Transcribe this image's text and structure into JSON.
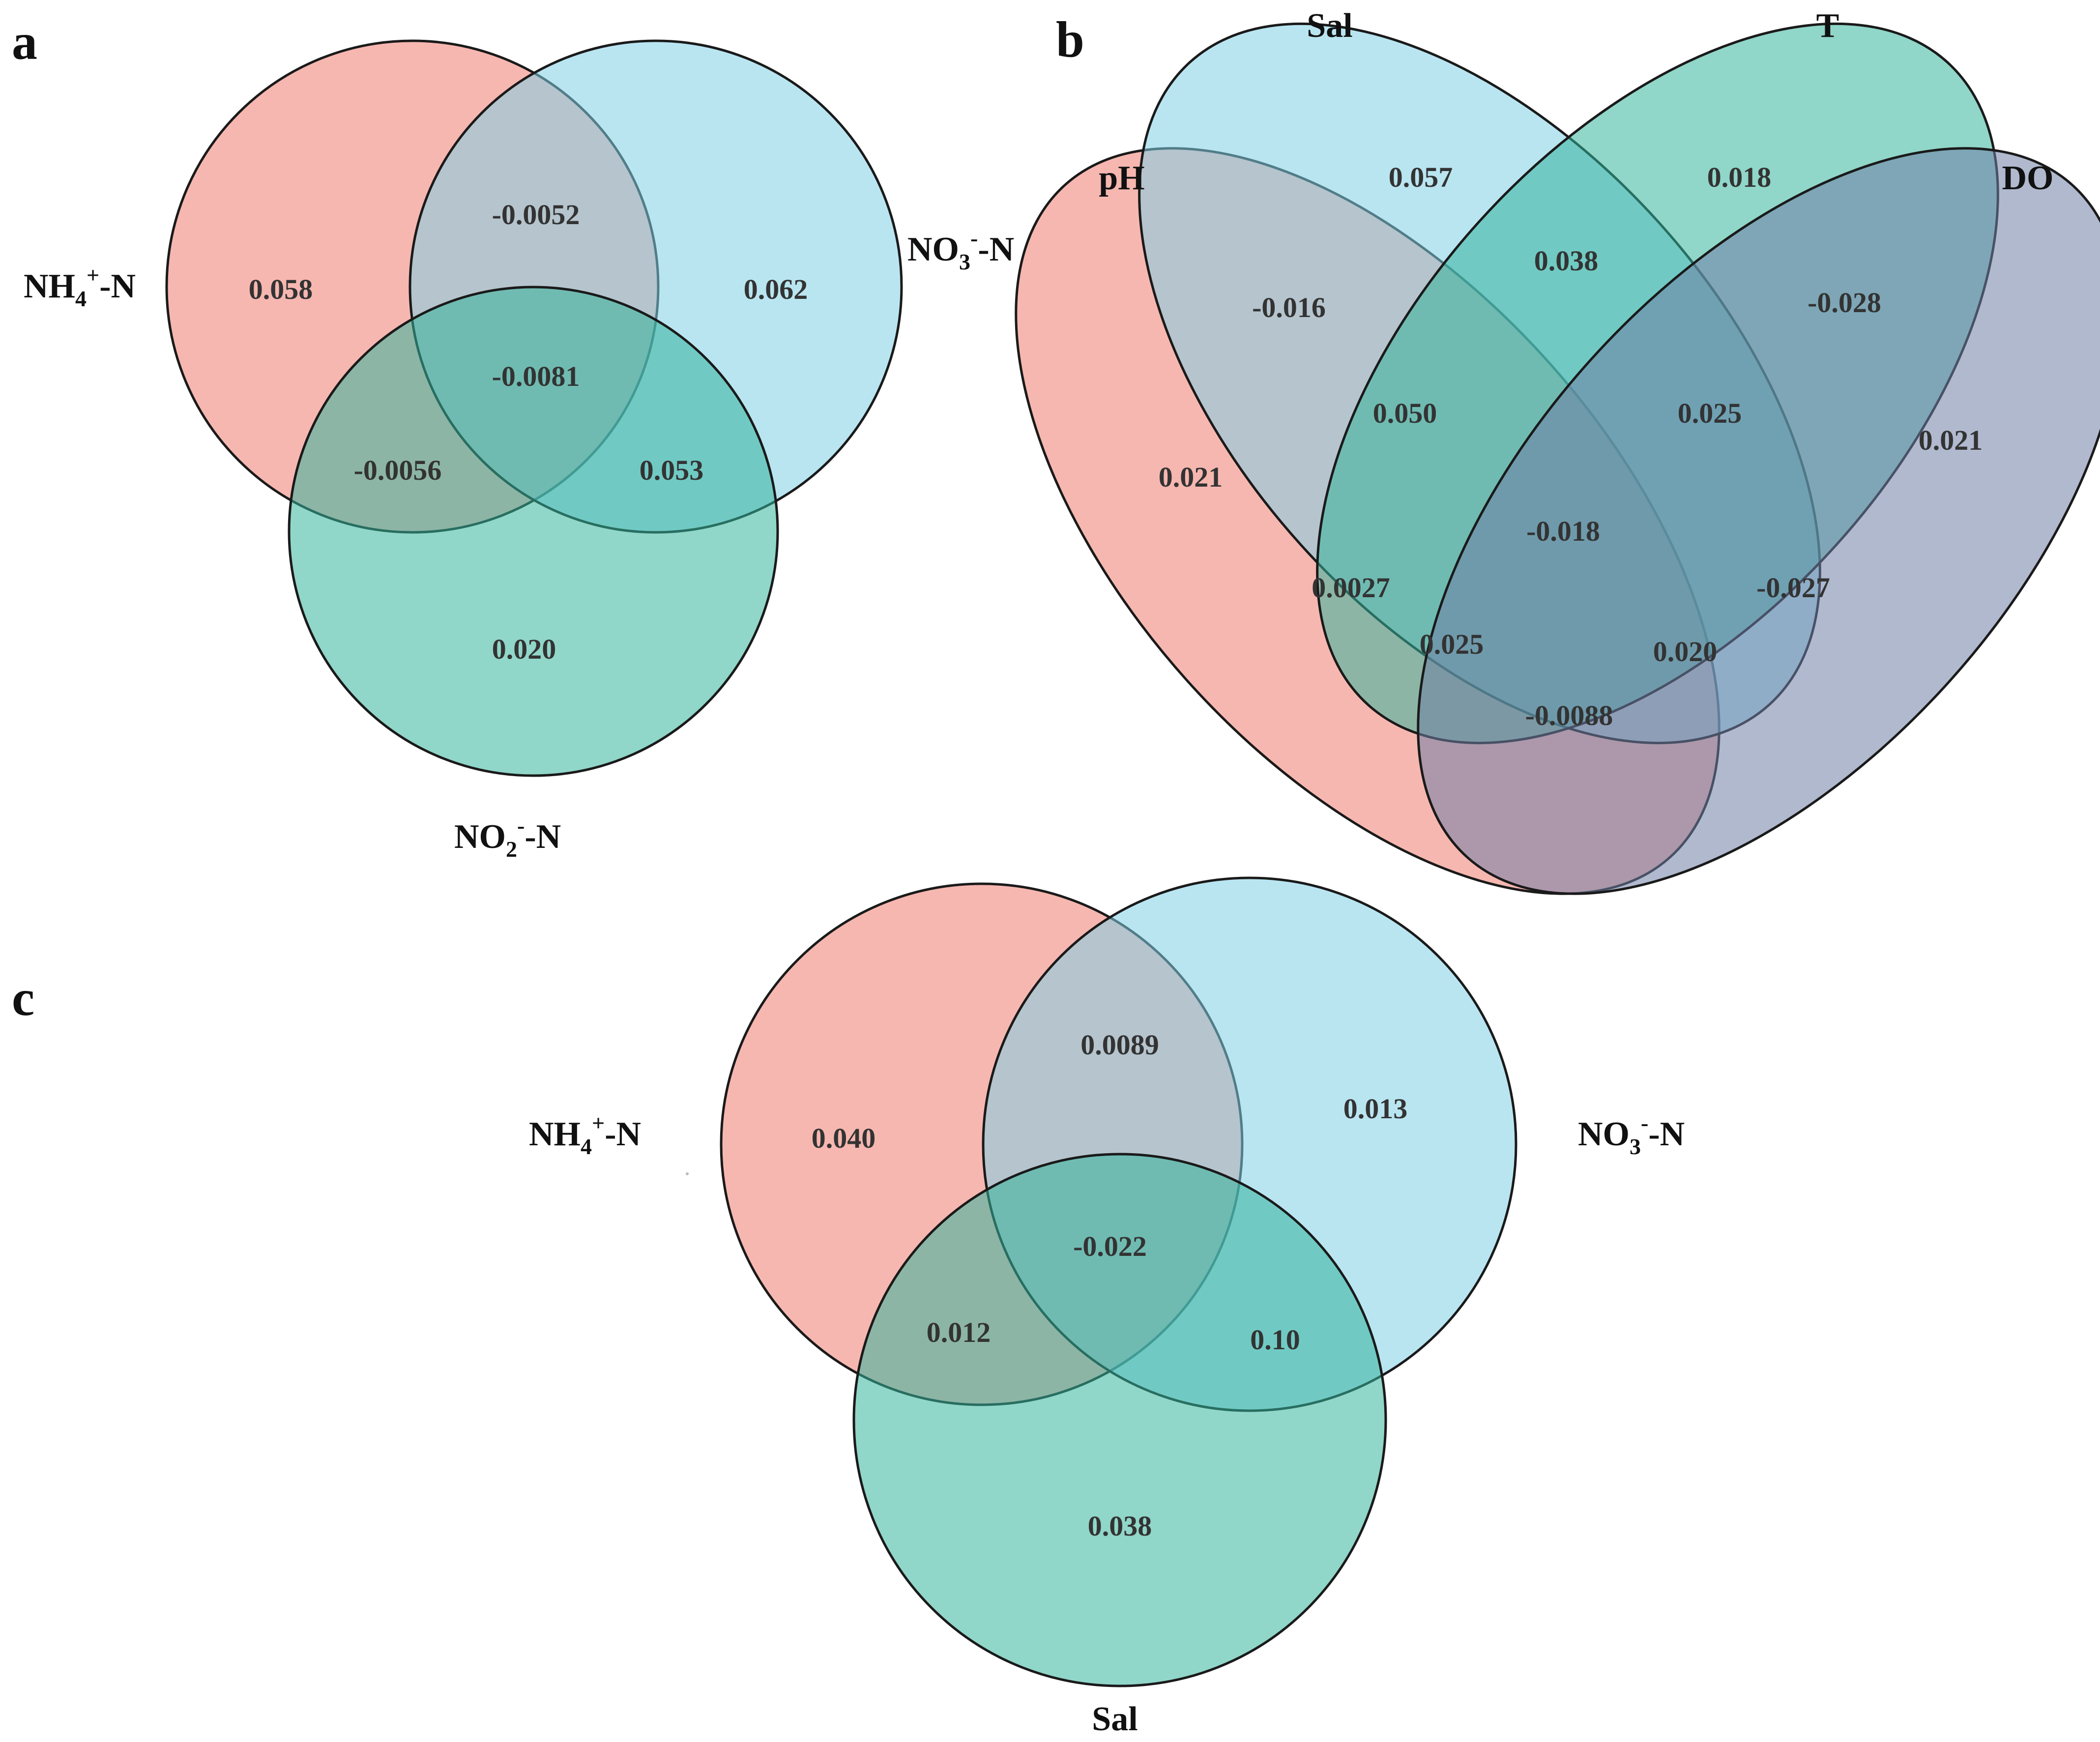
{
  "colors": {
    "red": "#ee7c6f",
    "blue": "#7fd0e6",
    "green": "#35b49d",
    "purple": "#6f7fa6",
    "stroke": "#1a1a1a",
    "text": "#333333"
  },
  "panels": {
    "a": {
      "label": "a",
      "sets": [
        {
          "base": "NH",
          "sub": "4",
          "sup": "+",
          "tail": "-N"
        },
        {
          "base": "NO",
          "sub": "3",
          "sup": "-",
          "tail": "-N"
        },
        {
          "base": "NO",
          "sub": "2",
          "sup": "-",
          "tail": "-N"
        }
      ],
      "regions": {
        "nh4_only": "0.058",
        "no3_only": "0.062",
        "no2_only": "0.020",
        "nh4_no3": "-0.0052",
        "nh4_no2": "-0.0056",
        "no3_no2": "0.053",
        "all": "-0.0081"
      }
    },
    "b": {
      "label": "b",
      "sets": [
        "pH",
        "Sal",
        "T",
        "DO"
      ],
      "regions": {
        "ph_only": "0.021",
        "sal_only": "0.057",
        "t_only": "0.018",
        "do_only": "0.021",
        "ph_sal": "-0.016",
        "sal_t": "0.038",
        "t_do": "-0.028",
        "ph_sal_t": "0.050",
        "sal_t_do": "0.025",
        "all": "-0.018",
        "ph_t": "0.0027",
        "sal_do": "-0.027",
        "ph_t_do": "0.025",
        "ph_sal_do": "0.020",
        "ph_do": "-0.0088"
      }
    },
    "c": {
      "label": "c",
      "sets": [
        {
          "base": "NH",
          "sub": "4",
          "sup": "+",
          "tail": "-N"
        },
        {
          "base": "NO",
          "sub": "3",
          "sup": "-",
          "tail": "-N"
        },
        {
          "base": "Sal"
        }
      ],
      "regions": {
        "nh4_only": "0.040",
        "no3_only": "0.013",
        "sal_only": "0.038",
        "nh4_no3": "0.0089",
        "nh4_sal": "0.012",
        "no3_sal": "0.10",
        "all": "-0.022"
      }
    }
  }
}
